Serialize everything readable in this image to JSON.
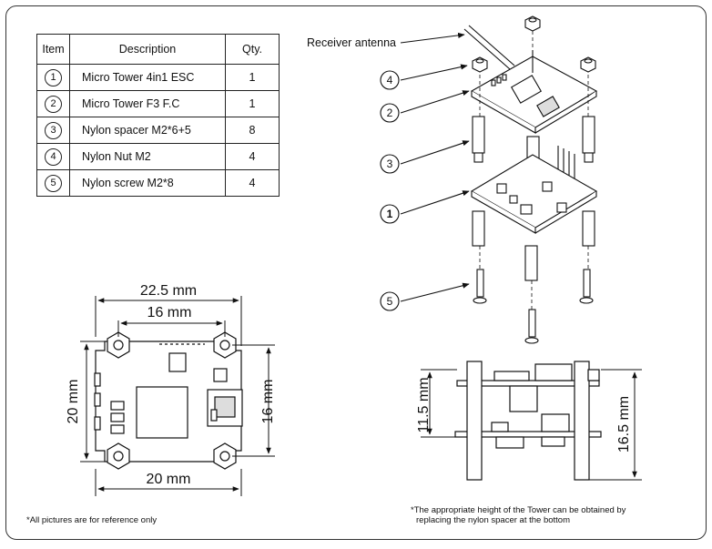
{
  "table": {
    "headers": [
      "Item",
      "Description",
      "Qty."
    ],
    "rows": [
      {
        "item": "1",
        "description": "Micro Tower 4in1 ESC",
        "qty": "1"
      },
      {
        "item": "2",
        "description": "Micro Tower F3 F.C",
        "qty": "1"
      },
      {
        "item": "3",
        "description": "Nylon spacer M2*6+5",
        "qty": "8"
      },
      {
        "item": "4",
        "description": "Nylon Nut M2",
        "qty": "4"
      },
      {
        "item": "5",
        "description": "Nylon screw M2*8",
        "qty": "4"
      }
    ]
  },
  "exploded_view": {
    "receiver_antenna_label": "Receiver antenna",
    "callouts": [
      "4",
      "2",
      "3",
      "1",
      "5"
    ]
  },
  "top_view_dimensions": {
    "width_outer": "22.5 mm",
    "hole_spacing_top": "16 mm",
    "height_left": "20 mm",
    "hole_spacing_right": "16 mm",
    "width_bottom": "20 mm"
  },
  "side_view_dimensions": {
    "height_inner": "11.5 mm",
    "height_outer": "16.5 mm"
  },
  "notes": {
    "reference_note": "*All pictures are for reference only",
    "height_note_line1": "*The appropriate height of the Tower can be obtained by",
    "height_note_line2": "replacing the nylon spacer at the bottom"
  }
}
